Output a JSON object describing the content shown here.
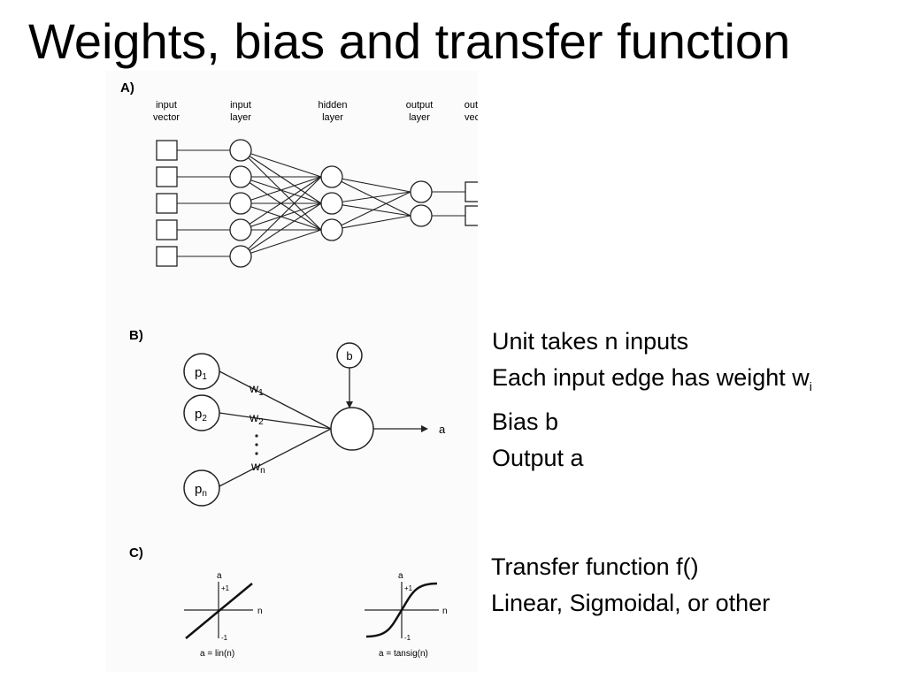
{
  "slide": {
    "title": "Weights, bias and transfer function"
  },
  "panelA": {
    "label": "A)",
    "columns": [
      [
        "input",
        "vector"
      ],
      [
        "input",
        "layer"
      ],
      [
        "hidden",
        "layer"
      ],
      [
        "output",
        "layer"
      ],
      [
        "output",
        "vector"
      ]
    ]
  },
  "panelB": {
    "label": "B)",
    "inputs": [
      "1",
      "2",
      "n"
    ],
    "input_prefix": "p",
    "weight_prefix": "w",
    "bias": "b",
    "output": "a",
    "text_lines": [
      "Unit takes n inputs",
      "Each input edge has weight w",
      "Bias b",
      "Output a"
    ],
    "weight_subscript": "i"
  },
  "panelC": {
    "label": "C)",
    "y_axis": "a",
    "x_axis": "n",
    "tick_top": "+1",
    "tick_bottom": "-1",
    "linear_caption": "a = lin(n)",
    "sigmoid_caption": "a = tansig(n)",
    "text_lines": [
      "Transfer function f()",
      "Linear, Sigmoidal, or other"
    ]
  }
}
